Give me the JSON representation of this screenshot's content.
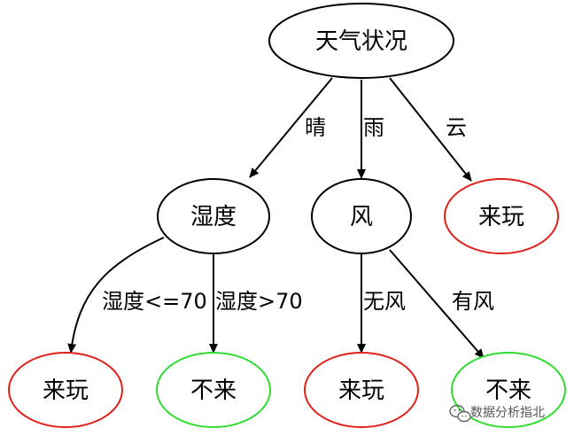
{
  "diagram": {
    "nodes": [
      {
        "id": "weather",
        "label": "天气状况",
        "color": "#000000"
      },
      {
        "id": "humidity",
        "label": "湿度",
        "color": "#000000"
      },
      {
        "id": "wind",
        "label": "风",
        "color": "#000000"
      },
      {
        "id": "play_cloudy",
        "label": "来玩",
        "color": "#e0201b"
      },
      {
        "id": "play_low_humidity",
        "label": "来玩",
        "color": "#e0201b"
      },
      {
        "id": "noplay_high_humidity",
        "label": "不来",
        "color": "#2fdc2f"
      },
      {
        "id": "play_no_wind",
        "label": "来玩",
        "color": "#e0201b"
      },
      {
        "id": "noplay_windy",
        "label": "不来",
        "color": "#2fdc2f"
      }
    ],
    "edges": [
      {
        "from": "weather",
        "to": "humidity",
        "label": "晴"
      },
      {
        "from": "weather",
        "to": "wind",
        "label": "雨"
      },
      {
        "from": "weather",
        "to": "play_cloudy",
        "label": "云"
      },
      {
        "from": "humidity",
        "to": "play_low_humidity",
        "label": "湿度<=70"
      },
      {
        "from": "humidity",
        "to": "noplay_high_humidity",
        "label": "湿度>70"
      },
      {
        "from": "wind",
        "to": "play_no_wind",
        "label": "无风"
      },
      {
        "from": "wind",
        "to": "noplay_windy",
        "label": "有风"
      }
    ]
  },
  "watermark": {
    "text": "数据分析指北",
    "icon": "wechat-icon"
  }
}
